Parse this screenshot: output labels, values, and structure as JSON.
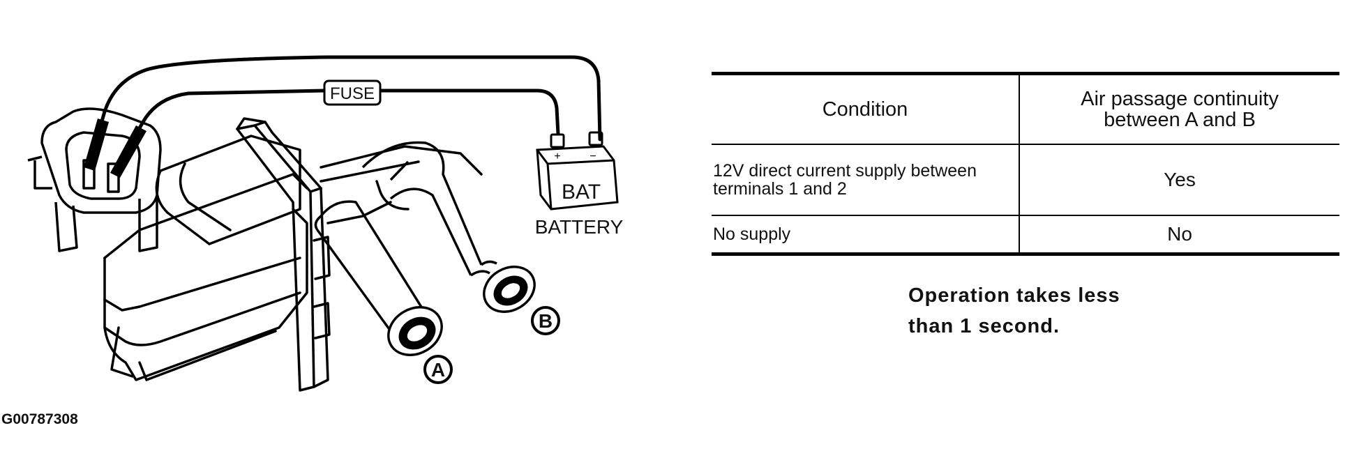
{
  "diagram": {
    "fuse_label": "FUSE",
    "battery_box_label": "BAT",
    "battery_caption": "BATTERY",
    "port_a_label": "A",
    "port_b_label": "B",
    "figure_id": "G00787308"
  },
  "table": {
    "headers": {
      "condition": "Condition",
      "continuity_line1": "Air passage continuity",
      "continuity_line2": "between A and B"
    },
    "rows": [
      {
        "condition_line1": "12V direct current supply between",
        "condition_line2": "terminals 1 and 2",
        "continuity": "Yes"
      },
      {
        "condition_line1": "No supply",
        "condition_line2": "",
        "continuity": "No"
      }
    ]
  },
  "note": {
    "line1": "Operation takes less",
    "line2": "than 1 second."
  }
}
